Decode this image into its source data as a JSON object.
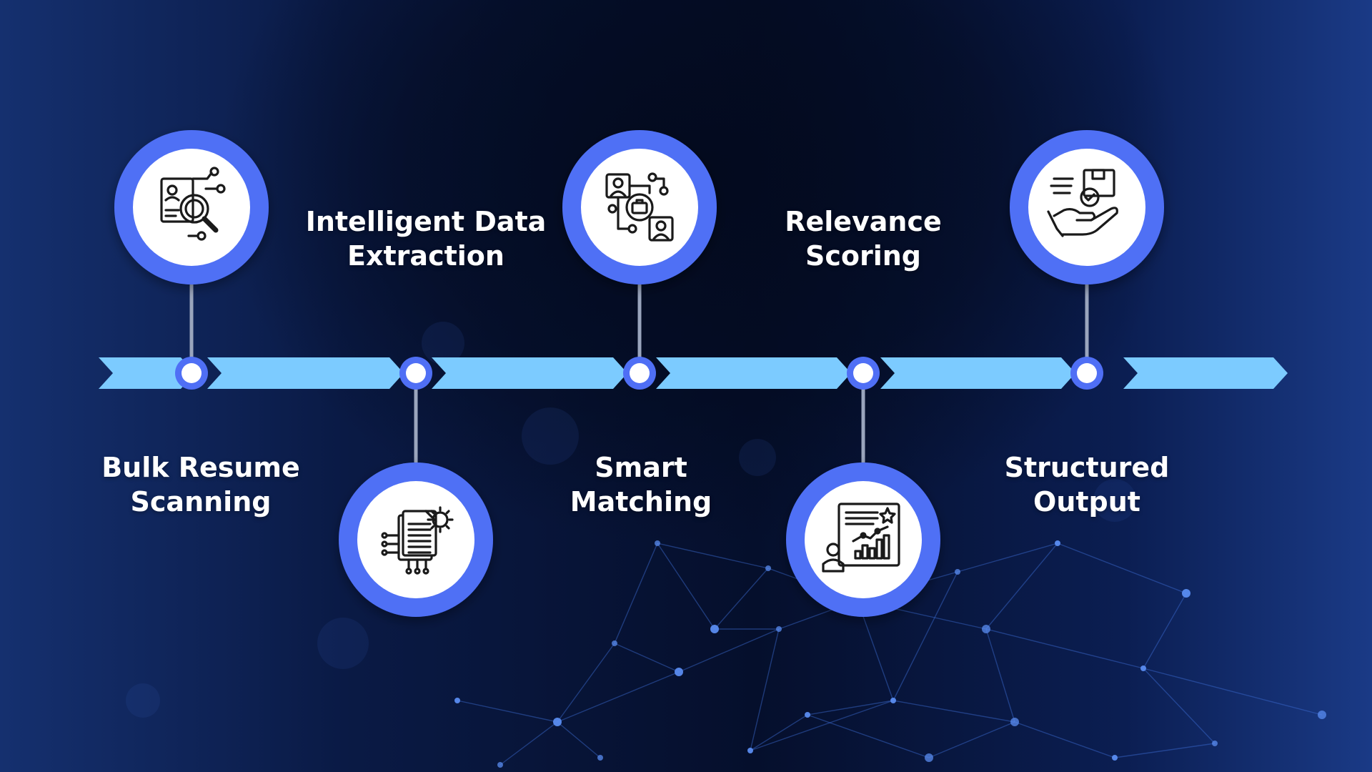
{
  "colors": {
    "arrow": "#7ccbff",
    "ring": "#4f6ff5",
    "connector": "#9aa5bd",
    "node_fill": "#ffffff",
    "text": "#ffffff",
    "icon_stroke": "#1a1a1a"
  },
  "steps": [
    {
      "title": "Bulk Resume\nScanning",
      "icon": "resume-search-icon",
      "position": "top-icon"
    },
    {
      "title": "Intelligent Data\nExtraction",
      "icon": "document-gear-icon",
      "position": "bottom-icon"
    },
    {
      "title": "Smart\nMatching",
      "icon": "people-network-icon",
      "position": "top-icon"
    },
    {
      "title": "Relevance\nScoring",
      "icon": "presentation-chart-icon",
      "position": "bottom-icon"
    },
    {
      "title": "Structured\nOutput",
      "icon": "hand-package-icon",
      "position": "top-icon"
    }
  ]
}
